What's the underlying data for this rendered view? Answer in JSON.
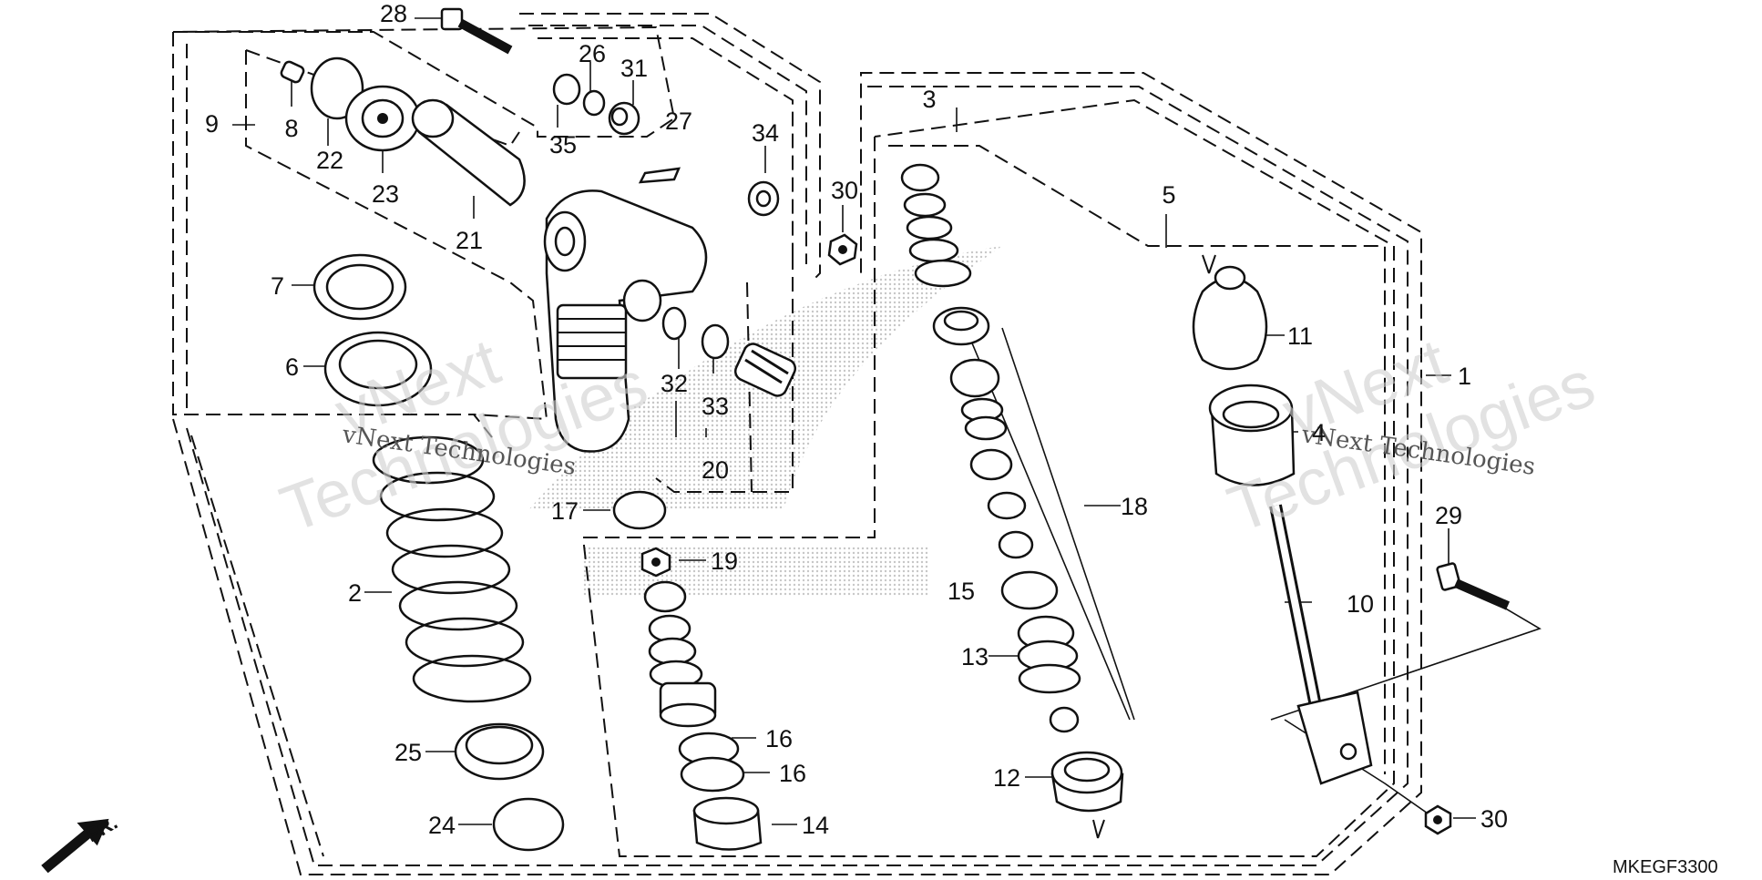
{
  "diagram": {
    "code": "MKEGF3300",
    "direction": "FR.",
    "watermarks": {
      "large_left_1": "vNext",
      "large_left_2": "Technologies",
      "large_right_1": "vNext",
      "large_right_2": "Technologies",
      "small_left": "vNext Technologies",
      "small_right": "vNext Technologies"
    },
    "labels": {
      "p1": "1",
      "p2": "2",
      "p3": "3",
      "p4": "4",
      "p5": "5",
      "p6": "6",
      "p7": "7",
      "p8": "8",
      "p9": "9",
      "p10": "10",
      "p11": "11",
      "p12": "12",
      "p13": "13",
      "p14": "14",
      "p15": "15",
      "p16a": "16",
      "p16b": "16",
      "p17": "17",
      "p18": "18",
      "p19": "19",
      "p20": "20",
      "p21": "21",
      "p22": "22",
      "p23": "23",
      "p24": "24",
      "p25": "25",
      "p26": "26",
      "p27": "27",
      "p28": "28",
      "p29": "29",
      "p30a": "30",
      "p30b": "30",
      "p31": "31",
      "p32": "32",
      "p33": "33",
      "p34": "34",
      "p35": "35"
    }
  }
}
